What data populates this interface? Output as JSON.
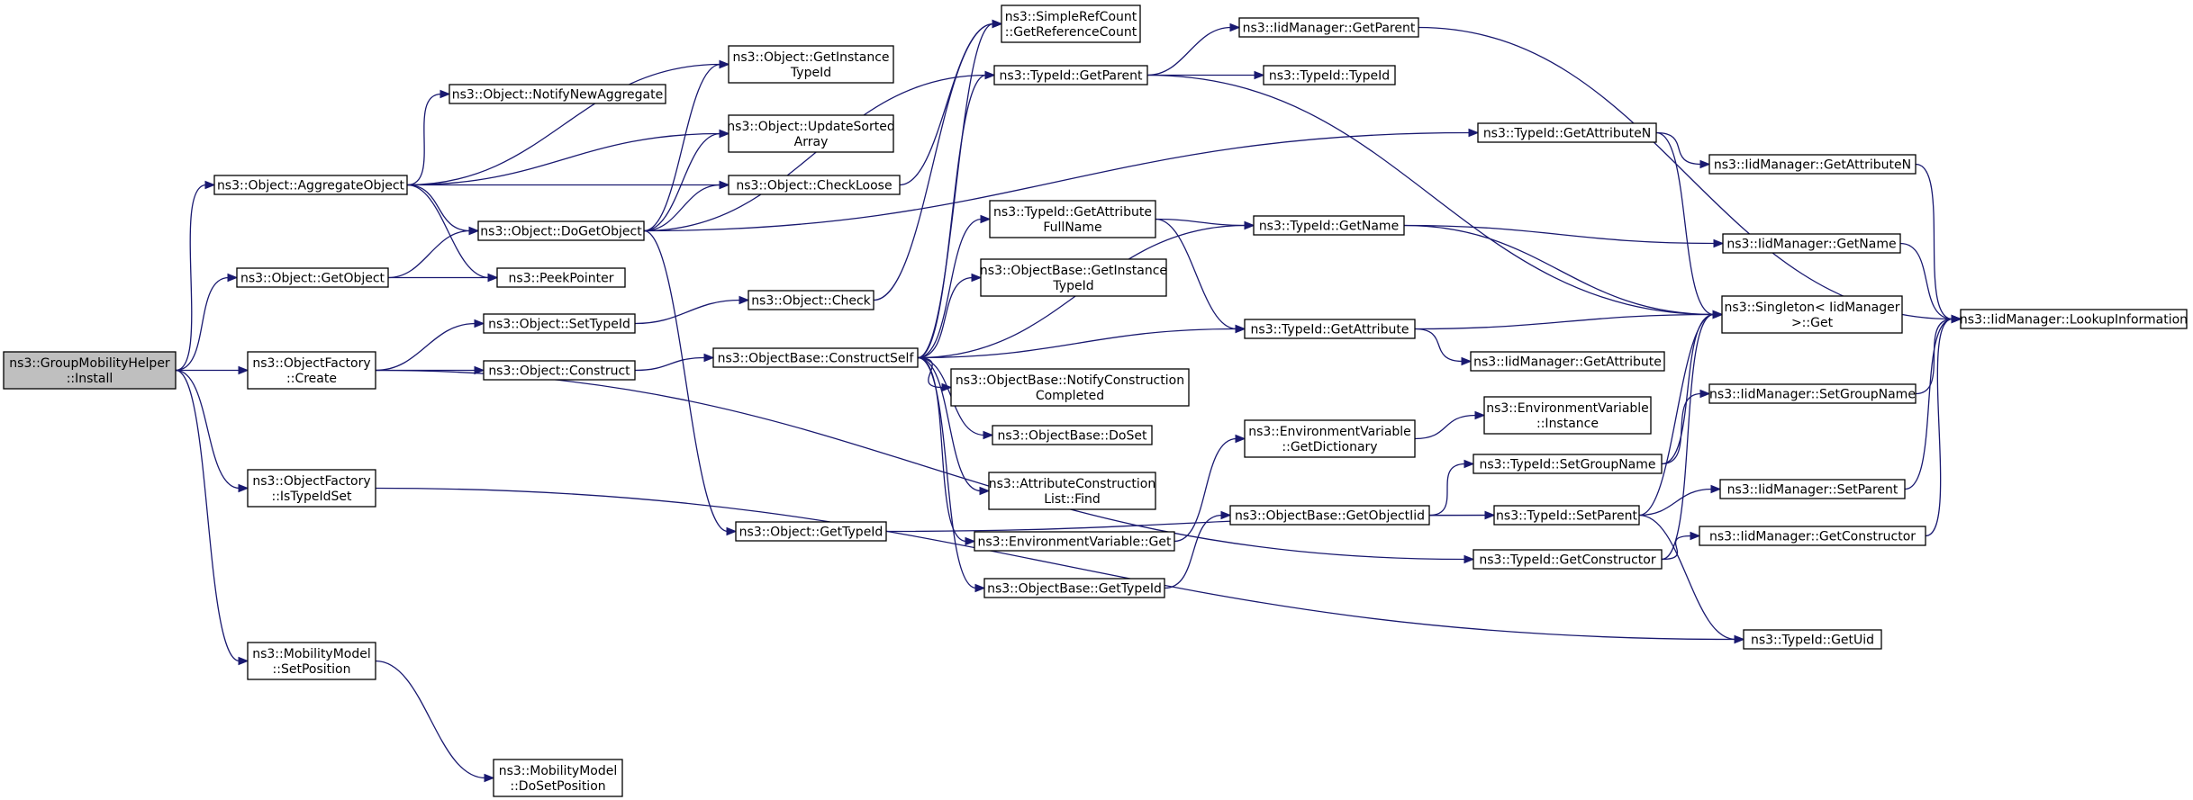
{
  "colors": {
    "edge": "#191970",
    "root_fill": "#bfbfbf",
    "node_fill": "#ffffff"
  },
  "nodes": [
    {
      "id": "install",
      "lines": [
        "ns3::GroupMobilityHelper",
        "::Install"
      ],
      "root": true
    },
    {
      "id": "aggregate",
      "lines": [
        "ns3::Object::AggregateObject"
      ]
    },
    {
      "id": "getobject",
      "lines": [
        "ns3::Object::GetObject"
      ]
    },
    {
      "id": "of_create",
      "lines": [
        "ns3::ObjectFactory",
        "::Create"
      ]
    },
    {
      "id": "of_istypeidset",
      "lines": [
        "ns3::ObjectFactory",
        "::IsTypeIdSet"
      ]
    },
    {
      "id": "mm_setpos",
      "lines": [
        "ns3::MobilityModel",
        "::SetPosition"
      ]
    },
    {
      "id": "mm_dosetpos",
      "lines": [
        "ns3::MobilityModel",
        "::DoSetPosition"
      ]
    },
    {
      "id": "notifynewagg",
      "lines": [
        "ns3::Object::NotifyNewAggregate"
      ]
    },
    {
      "id": "getinstancetypeid",
      "lines": [
        "ns3::Object::GetInstance",
        "TypeId"
      ]
    },
    {
      "id": "updatesorted",
      "lines": [
        "ns3::Object::UpdateSorted",
        "Array"
      ]
    },
    {
      "id": "checkloose",
      "lines": [
        "ns3::Object::CheckLoose"
      ]
    },
    {
      "id": "dogetobject",
      "lines": [
        "ns3::Object::DoGetObject"
      ]
    },
    {
      "id": "peekpointer",
      "lines": [
        "ns3::PeekPointer"
      ]
    },
    {
      "id": "settypeid",
      "lines": [
        "ns3::Object::SetTypeId"
      ]
    },
    {
      "id": "construct",
      "lines": [
        "ns3::Object::Construct"
      ]
    },
    {
      "id": "check",
      "lines": [
        "ns3::Object::Check"
      ]
    },
    {
      "id": "obj_gettypeid",
      "lines": [
        "ns3::Object::GetTypeId"
      ]
    },
    {
      "id": "simplerefcount",
      "lines": [
        "ns3::SimpleRefCount",
        "::GetReferenceCount"
      ]
    },
    {
      "id": "tid_getparent",
      "lines": [
        "ns3::TypeId::GetParent"
      ]
    },
    {
      "id": "ob_constructself",
      "lines": [
        "ns3::ObjectBase::ConstructSelf"
      ]
    },
    {
      "id": "tid_getattrfullname",
      "lines": [
        "ns3::TypeId::GetAttribute",
        "FullName"
      ]
    },
    {
      "id": "ob_getinstancetypeid",
      "lines": [
        "ns3::ObjectBase::GetInstance",
        "TypeId"
      ]
    },
    {
      "id": "ob_notifyconstruction",
      "lines": [
        "ns3::ObjectBase::NotifyConstruction",
        "Completed"
      ]
    },
    {
      "id": "ob_doset",
      "lines": [
        "ns3::ObjectBase::DoSet"
      ]
    },
    {
      "id": "acl_find",
      "lines": [
        "ns3::AttributeConstruction",
        "List::Find"
      ]
    },
    {
      "id": "envvar_get",
      "lines": [
        "ns3::EnvironmentVariable::Get"
      ]
    },
    {
      "id": "ob_gettypeid",
      "lines": [
        "ns3::ObjectBase::GetTypeId"
      ]
    },
    {
      "id": "iid_getparent",
      "lines": [
        "ns3::IidManager::GetParent"
      ]
    },
    {
      "id": "tid_typeid",
      "lines": [
        "ns3::TypeId::TypeId"
      ]
    },
    {
      "id": "tid_getname",
      "lines": [
        "ns3::TypeId::GetName"
      ]
    },
    {
      "id": "tid_getattribute",
      "lines": [
        "ns3::TypeId::GetAttribute"
      ]
    },
    {
      "id": "envvar_getdict",
      "lines": [
        "ns3::EnvironmentVariable",
        "::GetDictionary"
      ]
    },
    {
      "id": "ob_getobjectiid",
      "lines": [
        "ns3::ObjectBase::GetObjectIid"
      ]
    },
    {
      "id": "envvar_instance",
      "lines": [
        "ns3::EnvironmentVariable",
        "::Instance"
      ]
    },
    {
      "id": "iid_getattribute",
      "lines": [
        "ns3::IidManager::GetAttribute"
      ]
    },
    {
      "id": "tid_getattributen",
      "lines": [
        "ns3::TypeId::GetAttributeN"
      ]
    },
    {
      "id": "tid_setgroupname",
      "lines": [
        "ns3::TypeId::SetGroupName"
      ]
    },
    {
      "id": "tid_setparent",
      "lines": [
        "ns3::TypeId::SetParent"
      ]
    },
    {
      "id": "tid_getconstructor",
      "lines": [
        "ns3::TypeId::GetConstructor"
      ]
    },
    {
      "id": "iid_getattributen",
      "lines": [
        "ns3::IidManager::GetAttributeN"
      ]
    },
    {
      "id": "iid_getname",
      "lines": [
        "ns3::IidManager::GetName"
      ]
    },
    {
      "id": "singleton_get",
      "lines": [
        "ns3::Singleton< IidManager",
        ">::Get"
      ]
    },
    {
      "id": "iid_setgroupname",
      "lines": [
        "ns3::IidManager::SetGroupName"
      ]
    },
    {
      "id": "iid_setparent",
      "lines": [
        "ns3::IidManager::SetParent"
      ]
    },
    {
      "id": "iid_getconstructor",
      "lines": [
        "ns3::IidManager::GetConstructor"
      ]
    },
    {
      "id": "tid_getuid",
      "lines": [
        "ns3::TypeId::GetUid"
      ]
    },
    {
      "id": "iid_lookup",
      "lines": [
        "ns3::IidManager::LookupInformation"
      ]
    }
  ],
  "edges": [
    [
      "install",
      "aggregate"
    ],
    [
      "install",
      "getobject"
    ],
    [
      "install",
      "of_create"
    ],
    [
      "install",
      "of_istypeidset"
    ],
    [
      "install",
      "mm_setpos"
    ],
    [
      "aggregate",
      "getinstancetypeid"
    ],
    [
      "aggregate",
      "notifynewagg"
    ],
    [
      "aggregate",
      "updatesorted"
    ],
    [
      "aggregate",
      "checkloose"
    ],
    [
      "aggregate",
      "dogetobject"
    ],
    [
      "aggregate",
      "peekpointer"
    ],
    [
      "getobject",
      "dogetobject"
    ],
    [
      "getobject",
      "peekpointer"
    ],
    [
      "dogetobject",
      "getinstancetypeid"
    ],
    [
      "dogetobject",
      "updatesorted"
    ],
    [
      "dogetobject",
      "checkloose"
    ],
    [
      "dogetobject",
      "tid_getparent"
    ],
    [
      "dogetobject",
      "tid_getattributen"
    ],
    [
      "dogetobject",
      "obj_gettypeid"
    ],
    [
      "of_create",
      "settypeid"
    ],
    [
      "of_create",
      "construct"
    ],
    [
      "of_create",
      "tid_getconstructor"
    ],
    [
      "of_istypeidset",
      "tid_getuid"
    ],
    [
      "mm_setpos",
      "mm_dosetpos"
    ],
    [
      "checkloose",
      "simplerefcount"
    ],
    [
      "check",
      "simplerefcount"
    ],
    [
      "settypeid",
      "check"
    ],
    [
      "construct",
      "ob_constructself"
    ],
    [
      "obj_gettypeid",
      "tid_setparent"
    ],
    [
      "ob_constructself",
      "simplerefcount"
    ],
    [
      "ob_constructself",
      "tid_getparent"
    ],
    [
      "ob_constructself",
      "tid_getname"
    ],
    [
      "ob_constructself",
      "tid_getattrfullname"
    ],
    [
      "ob_constructself",
      "ob_getinstancetypeid"
    ],
    [
      "ob_constructself",
      "tid_getattribute"
    ],
    [
      "ob_constructself",
      "ob_notifyconstruction"
    ],
    [
      "ob_constructself",
      "ob_doset"
    ],
    [
      "ob_constructself",
      "acl_find"
    ],
    [
      "ob_constructself",
      "envvar_get"
    ],
    [
      "ob_constructself",
      "ob_gettypeid"
    ],
    [
      "tid_getparent",
      "iid_getparent"
    ],
    [
      "tid_getparent",
      "tid_typeid"
    ],
    [
      "tid_getparent",
      "singleton_get"
    ],
    [
      "tid_getattrfullname",
      "tid_getname"
    ],
    [
      "tid_getattrfullname",
      "tid_getattribute"
    ],
    [
      "envvar_get",
      "envvar_getdict"
    ],
    [
      "ob_gettypeid",
      "ob_getobjectiid"
    ],
    [
      "envvar_getdict",
      "envvar_instance"
    ],
    [
      "ob_getobjectiid",
      "tid_setgroupname"
    ],
    [
      "ob_getobjectiid",
      "tid_setparent"
    ],
    [
      "tid_getname",
      "iid_getname"
    ],
    [
      "tid_getname",
      "singleton_get"
    ],
    [
      "tid_getattribute",
      "singleton_get"
    ],
    [
      "tid_getattribute",
      "iid_getattribute"
    ],
    [
      "tid_getattributen",
      "iid_getattributen"
    ],
    [
      "tid_getattributen",
      "singleton_get"
    ],
    [
      "tid_setgroupname",
      "singleton_get"
    ],
    [
      "tid_setgroupname",
      "iid_setgroupname"
    ],
    [
      "tid_setparent",
      "singleton_get"
    ],
    [
      "tid_setparent",
      "iid_setparent"
    ],
    [
      "tid_setparent",
      "tid_getuid"
    ],
    [
      "tid_getconstructor",
      "singleton_get"
    ],
    [
      "tid_getconstructor",
      "iid_getconstructor"
    ],
    [
      "iid_getparent",
      "iid_lookup"
    ],
    [
      "iid_getattributen",
      "iid_lookup"
    ],
    [
      "iid_getname",
      "iid_lookup"
    ],
    [
      "iid_setgroupname",
      "iid_lookup"
    ],
    [
      "iid_setparent",
      "iid_lookup"
    ],
    [
      "iid_getconstructor",
      "iid_lookup"
    ]
  ]
}
